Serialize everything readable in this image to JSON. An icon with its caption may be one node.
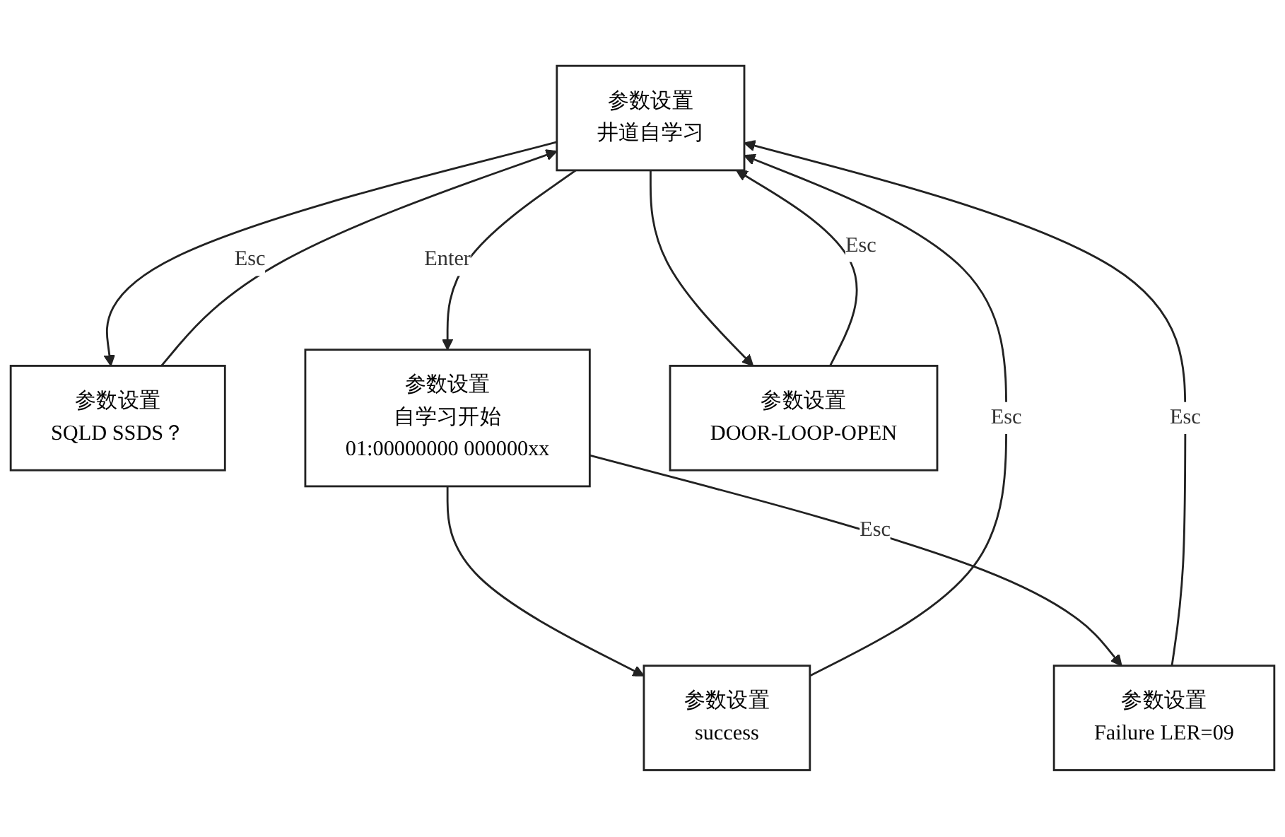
{
  "diagram": {
    "nodes": [
      {
        "text": [
          "参数设置",
          "井道自学习"
        ]
      },
      {
        "text": [
          "参数设置",
          "SQLD SSDS？"
        ]
      },
      {
        "text": [
          "参数设置",
          "自学习开始",
          "01:00000000 000000xx"
        ]
      },
      {
        "text": [
          "参数设置",
          "DOOR-LOOP-OPEN"
        ]
      },
      {
        "text": [
          "参数设置",
          "success"
        ]
      },
      {
        "text": [
          "参数设置",
          "Failure LER=09"
        ]
      }
    ],
    "edges": [
      {
        "from": 0,
        "to": 1,
        "arrow": "to"
      },
      {
        "from": 0,
        "to": 2,
        "arrow": "to",
        "label": "Enter"
      },
      {
        "from": 0,
        "to": 3,
        "arrow": "to"
      },
      {
        "from": 1,
        "to": 0,
        "arrow": "to",
        "label": "Esc"
      },
      {
        "from": 3,
        "to": 0,
        "arrow": "to",
        "label": "Esc"
      },
      {
        "from": 2,
        "to": 4,
        "arrow": "to"
      },
      {
        "from": 2,
        "to": 5,
        "arrow": "to",
        "label": "Esc"
      },
      {
        "from": 4,
        "to": 0,
        "arrow": "to",
        "label": "Esc"
      },
      {
        "from": 5,
        "to": 0,
        "arrow": "to",
        "label": "Esc"
      }
    ]
  }
}
